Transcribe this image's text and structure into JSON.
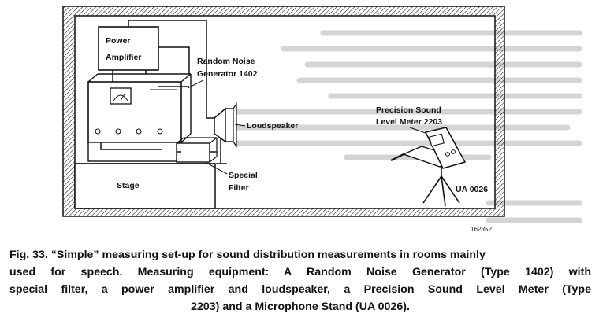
{
  "diagram": {
    "labels": {
      "power_amplifier_line1": "Power",
      "power_amplifier_line2": "Amplifier",
      "random_noise_line1": "Random Noise",
      "random_noise_line2": "Generator 1402",
      "loudspeaker": "Loudspeaker",
      "stage": "Stage",
      "special_filter_line1": "Special",
      "special_filter_line2": "Filter",
      "sound_level_meter_line1": "Precision Sound",
      "sound_level_meter_line2": "Level Meter 2203",
      "stand": "UA 0026",
      "figure_number": "162352"
    },
    "colors": {
      "ink": "#111111",
      "ghost_text": "#d4d4d4",
      "paper": "#ffffff"
    }
  },
  "caption": {
    "line1": "Fig. 33. “Simple” measuring set-up for sound distribution measurements in rooms mainly",
    "line2": "used for speech. Measuring equipment: A Random Noise Generator (Type 1402) with",
    "line3": "special filter, a power amplifier and loudspeaker, a Precision Sound Level Meter (Type",
    "line4": "2203) and a Microphone Stand (UA 0026)."
  }
}
